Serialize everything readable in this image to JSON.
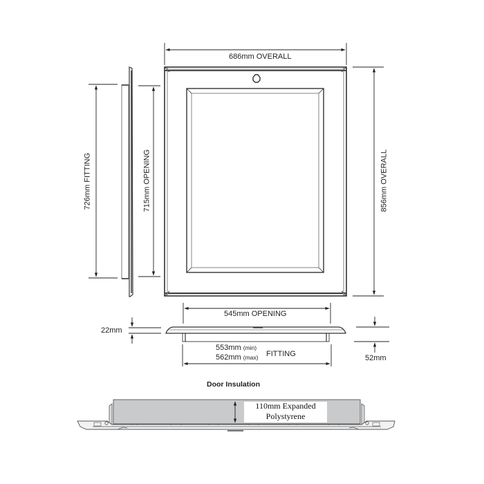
{
  "drawing": {
    "front_view": {
      "overall_width_label": "686mm OVERALL",
      "overall_height_label": "856mm OVERALL",
      "fitting_height_label": "726mm FITTING",
      "opening_height_label": "715mm OPENING"
    },
    "bottom_view": {
      "opening_width_label": "545mm OPENING",
      "frame_depth_label": "22mm",
      "total_depth_label": "52mm",
      "fitting_min_label": "553mm",
      "fitting_min_suffix": "(min)",
      "fitting_max_label": "562mm",
      "fitting_max_suffix": "(max)",
      "fitting_label": "FITTING"
    },
    "section_view": {
      "title": "Door Insulation",
      "insulation_line1": "110mm  Expanded",
      "insulation_line2": "Polystyrene"
    },
    "colors": {
      "line": "#333333",
      "insulation_fill": "#c8cacb",
      "background": "#ffffff"
    }
  }
}
